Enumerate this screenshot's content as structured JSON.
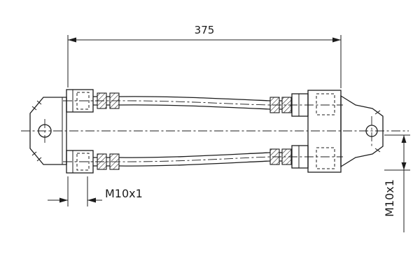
{
  "drawing": {
    "kind": "technical-drawing",
    "labels": {
      "length_dimension": "375",
      "thread_left": "M10x1",
      "thread_right": "M10x1"
    },
    "colors": {
      "background": "#ffffff",
      "line": "#1c1c1c"
    }
  }
}
